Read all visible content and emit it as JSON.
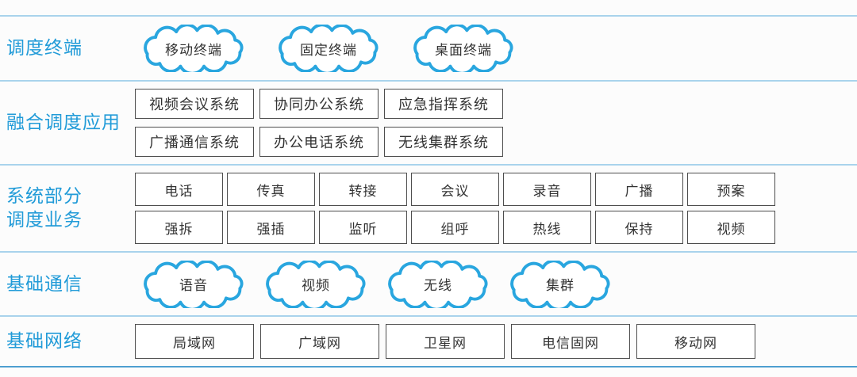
{
  "colors": {
    "label_blue": "#219bd8",
    "cloud_stroke": "#29a6df",
    "divider_light": "#a9d3ec",
    "divider_bottom": "#4d9fd0",
    "box_border": "#4d4d4d",
    "box_text": "#333333"
  },
  "layers": {
    "terminals": {
      "label": "调度终端",
      "clouds": [
        "移动终端",
        "固定终端",
        "桌面终端"
      ]
    },
    "applications": {
      "label": "融合调度应用",
      "rows": [
        [
          "视频会议系统",
          "协同办公系统",
          "应急指挥系统"
        ],
        [
          "广播通信系统",
          "办公电话系统",
          "无线集群系统"
        ]
      ]
    },
    "services": {
      "label_line1": "系统部分",
      "label_line2": "调度业务",
      "rows": [
        [
          "电话",
          "传真",
          "转接",
          "会议",
          "录音",
          "广播",
          "预案"
        ],
        [
          "强拆",
          "强插",
          "监听",
          "组呼",
          "热线",
          "保持",
          "视频"
        ]
      ]
    },
    "communication": {
      "label": "基础通信",
      "clouds": [
        "语音",
        "视频",
        "无线",
        "集群"
      ]
    },
    "networks": {
      "label": "基础网络",
      "boxes": [
        "局域网",
        "广域网",
        "卫星网",
        "电信固网",
        "移动网"
      ]
    }
  }
}
